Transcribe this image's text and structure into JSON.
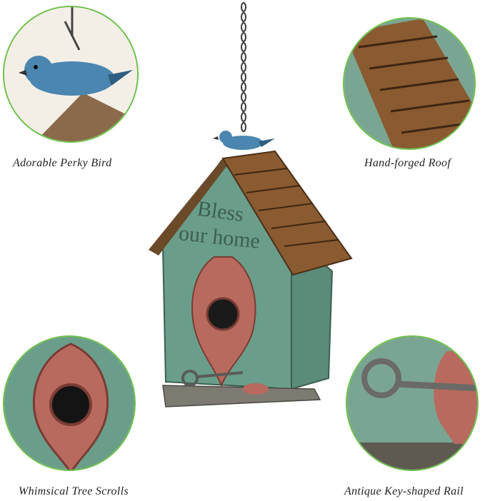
{
  "captions": {
    "top_left": "Adorable Perky Bird",
    "top_right": "Hand-forged Roof",
    "bottom_left": "Whimsical Tree Scrolls",
    "bottom_right": "Antique Key-shaped Rail"
  },
  "birdhouse": {
    "engraving_line1": "Bless",
    "engraving_line2": "our home"
  },
  "colors": {
    "accent_ring": "#6cc04a",
    "verdigris": "#6a9e8a",
    "roof_wood": "#8a5a30",
    "scroll_red": "#b86a5e",
    "bird_blue": "#4a86b0"
  }
}
